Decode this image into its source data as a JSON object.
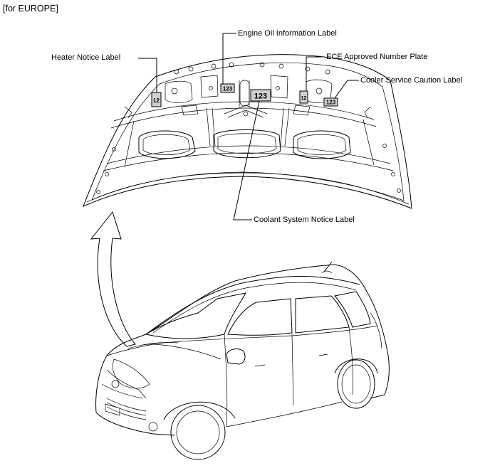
{
  "region": "[for EUROPE]",
  "labels": {
    "engine_oil": "Engine Oil Information Label",
    "heater_notice": "Heater Notice Label",
    "ece_plate": "ECE Approved Number Plate",
    "cooler_service": "Cooler Service Caution Label",
    "coolant_system": "Coolant System Notice Label"
  },
  "label_marks": {
    "heater": "12",
    "engine_oil": "123",
    "coolant": "123",
    "ece": "12",
    "cooler": "123"
  }
}
